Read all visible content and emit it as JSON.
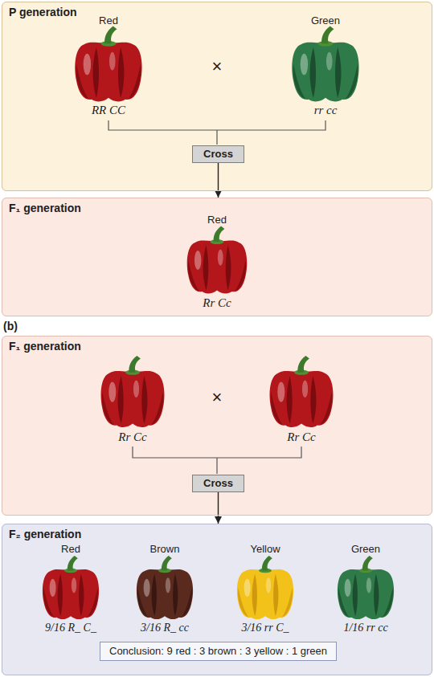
{
  "diagram": {
    "nodes": [
      {
        "text": [
          "P generation"
        ]
      },
      {
        "text": [
          "Cross"
        ],
        "in": 0
      },
      {
        "text": [
          "F₁ generation"
        ]
      },
      {
        "text": [
          "F₁ generation"
        ]
      },
      {
        "text": [
          "Cross"
        ],
        "in": 3
      },
      {
        "text": [
          "F₂ generation"
        ]
      },
      {
        "text": [
          "Conclusion: 9 red : 3 brown : 3 yellow : 1 green"
        ],
        "in": 5
      }
    ],
    "edges": [
      {
        "from": 1,
        "to": 2,
        "arrow": "to"
      },
      {
        "from": 4,
        "to": 5,
        "arrow": "to"
      }
    ],
    "labels": [
      "Red",
      "×",
      "Green",
      "RR CC",
      "rr cc",
      "Red",
      "Rr Cc",
      "(b)",
      "Rr Cc",
      "×",
      "Rr Cc",
      "Red",
      "Brown",
      "Yellow",
      "Green",
      "9/16 R_ C_",
      "3/16 R_ cc",
      "3/16 rr C_",
      "1/16 rr cc"
    ]
  }
}
